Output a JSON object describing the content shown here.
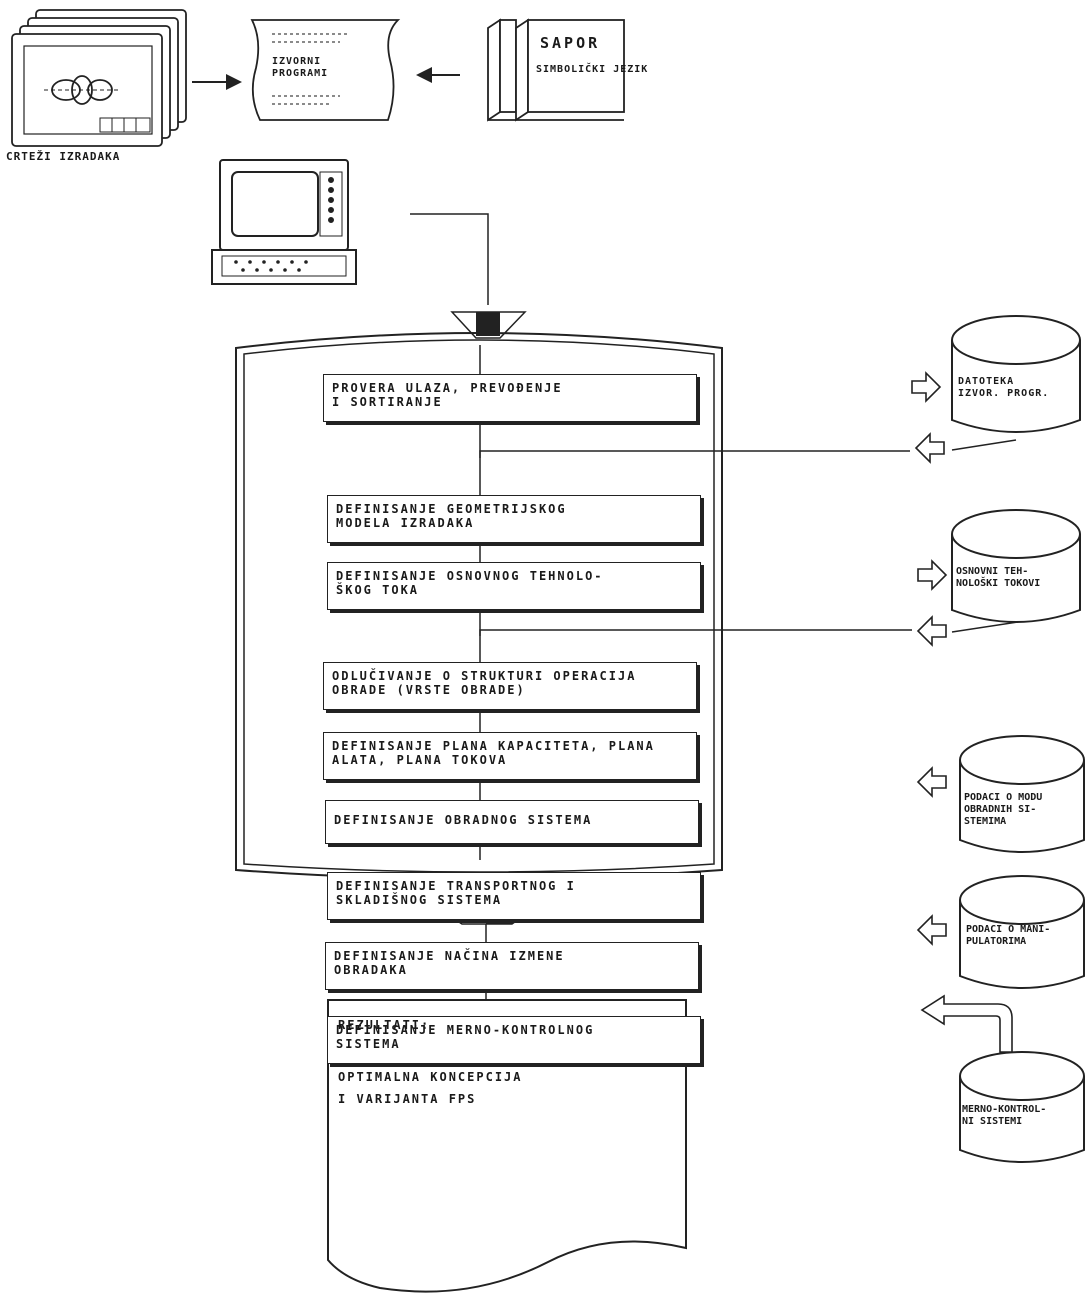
{
  "top": {
    "drawings_caption": "CRTEŽI IZRADAKA",
    "source_programs": "IZVORNI\nPROGRAMI",
    "sapor_title": "SAPOR",
    "sapor_subtitle": "SIMBOLIČKI JEZIK"
  },
  "steps": [
    "PROVERA ULAZA, PREVOĐENJE\nI SORTIRANJE",
    "DEFINISANJE GEOMETRIJSKOG\nMODELA IZRADAKA",
    "DEFINISANJE OSNOVNOG TEHNOLO-\nŠKOG TOKA",
    "ODLUČIVANJE O STRUKTURI OPERACIJA\nOBRADE (VRSTE OBRADE)",
    "DEFINISANJE PLANA KAPACITETA, PLANA\nALATA, PLANA TOKOVA",
    "DEFINISANJE OBRADNOG SISTEMA",
    "DEFINISANJE TRANSPORTNOG I\nSKLADIŠNOG SISTEMA",
    "DEFINISANJE NAČINA IZMENE\nOBRADAKA",
    "DEFINISANJE MERNO-KONTROLNOG\nSISTEMA"
  ],
  "databases": [
    "DATOTEKA\nIZVOR. PROGR.",
    "OSNOVNI TEH-\nNOLOŠKI TOKOVI",
    "PODACI O MODU\nOBRADNIH SI-\nSTEMIMA",
    "PODACI O MANI-\nPULATORIMA",
    "MERNO-KONTROL-\nNI SISTEMI"
  ],
  "result": {
    "heading": "REZULTATI:",
    "body": "OPTIMALNA KONCEPCIJA\nI VARIJANTA FPS"
  }
}
